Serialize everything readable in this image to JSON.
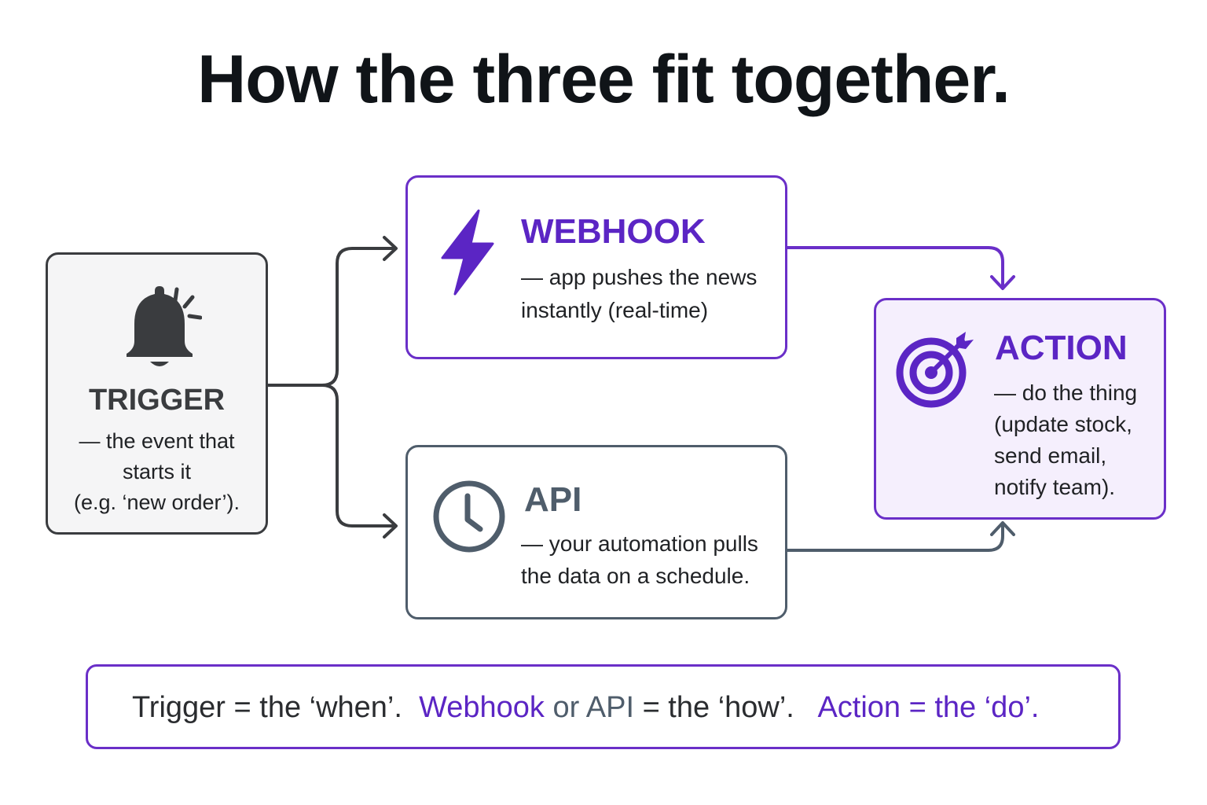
{
  "title": "How the three fit together.",
  "nodes": {
    "trigger": {
      "icon": "bell-icon",
      "heading": "TRIGGER",
      "lines": [
        "— the event that",
        "starts it",
        "(e.g. ‘new order’)."
      ]
    },
    "webhook": {
      "icon": "lightning-bolt-icon",
      "heading": "WEBHOOK",
      "lines": [
        "— app pushes the news",
        "instantly (real-time)"
      ]
    },
    "api": {
      "icon": "clock-icon",
      "heading": "API",
      "lines": [
        "— your automation pulls",
        "the data on a schedule."
      ]
    },
    "action": {
      "icon": "target-icon",
      "heading": "ACTION",
      "lines": [
        "— do the thing",
        "(update stock,",
        "send email,",
        "notify team)."
      ]
    }
  },
  "edges": [
    {
      "from": "trigger",
      "to": "webhook"
    },
    {
      "from": "trigger",
      "to": "api"
    },
    {
      "from": "webhook",
      "to": "action"
    },
    {
      "from": "api",
      "to": "action"
    }
  ],
  "summary": {
    "trigger_part": "Trigger = the ‘when’.",
    "webhook_word": "Webhook",
    "or_word": "or",
    "api_word": "API",
    "how_part": "= the ‘how’.",
    "action_part": "Action = the ‘do’."
  },
  "colors": {
    "purple": "#5b25c4",
    "slate": "#4f5d6b",
    "dark": "#3a3c3f",
    "action_fill": "#f5effd"
  }
}
